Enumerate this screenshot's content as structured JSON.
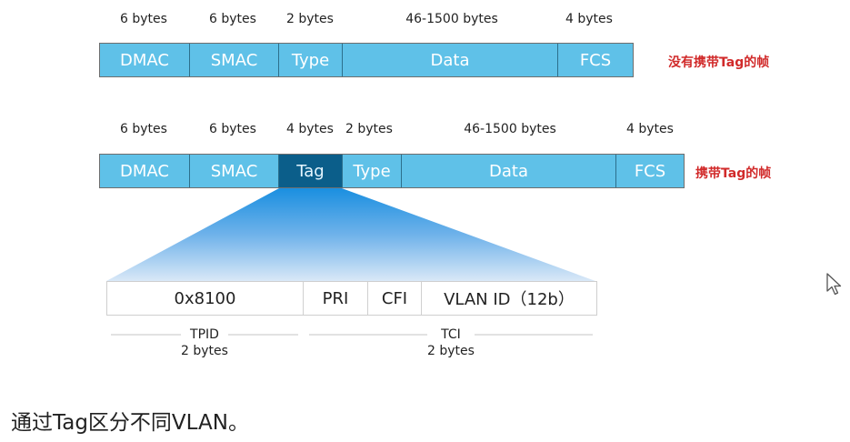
{
  "frame_untagged": {
    "sizes": [
      "6 bytes",
      "6 bytes",
      "2 bytes",
      "46-1500 bytes",
      "4 bytes"
    ],
    "fields": [
      "DMAC",
      "SMAC",
      "Type",
      "Data",
      "FCS"
    ],
    "label": "没有携带Tag的帧"
  },
  "frame_tagged": {
    "sizes": [
      "6 bytes",
      "6 bytes",
      "4 bytes",
      "2 bytes",
      "46-1500 bytes",
      "4 bytes"
    ],
    "fields": [
      "DMAC",
      "SMAC",
      "Tag",
      "Type",
      "Data",
      "FCS"
    ],
    "label": "携带Tag的帧"
  },
  "tag_detail": {
    "fields": [
      "0x8100",
      "PRI",
      "CFI",
      "VLAN ID（12b）"
    ],
    "tpid": {
      "name": "TPID",
      "size": "2 bytes"
    },
    "tci": {
      "name": "TCI",
      "size": "2 bytes"
    }
  },
  "caption": "通过Tag区分不同VLAN。",
  "colors": {
    "field_fill": "#5fc1e8",
    "tag_fill": "#0b5e8a",
    "label_red": "#d12a2a",
    "gradient_top": "#1a8fe0",
    "gradient_bottom": "#d9e8f7"
  },
  "icons": {
    "cursor": "mouse-pointer-icon"
  }
}
